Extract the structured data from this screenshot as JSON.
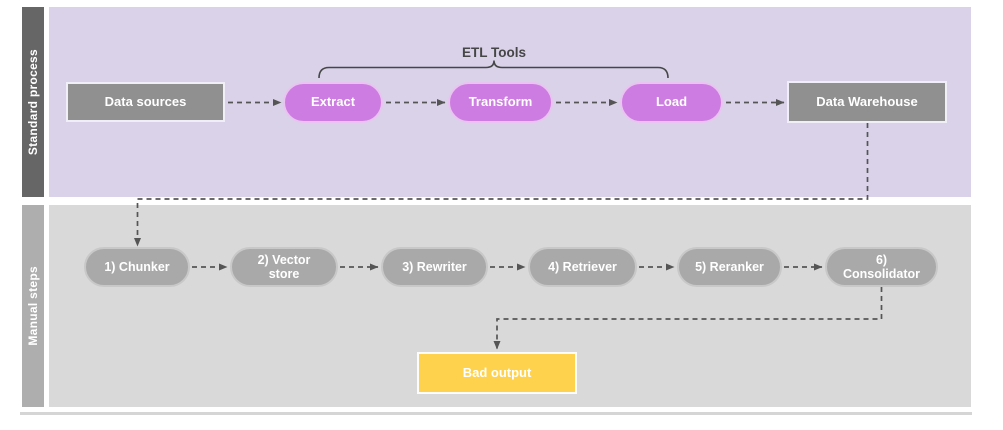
{
  "lanes": {
    "standard": {
      "label": "Standard process",
      "bar_color": "#666666",
      "area_color": "#d9d2e9"
    },
    "manual": {
      "label": "Manual steps",
      "bar_color": "#aeaeae",
      "area_color": "#d9d9d9"
    }
  },
  "standard_flow": {
    "data_sources": {
      "label": "Data sources",
      "fill": "#909090"
    },
    "etl_group": {
      "label": "ETL Tools"
    },
    "extract": {
      "label": "Extract",
      "fill": "#cd7de1"
    },
    "transform": {
      "label": "Transform",
      "fill": "#cd7de1"
    },
    "load": {
      "label": "Load",
      "fill": "#cd7de1"
    },
    "data_warehouse": {
      "label": "Data Warehouse",
      "fill": "#909090"
    }
  },
  "manual_flow": {
    "steps": [
      {
        "label": "1) Chunker"
      },
      {
        "label": "2) Vector store"
      },
      {
        "label": "3) Rewriter"
      },
      {
        "label": "4) Retriever"
      },
      {
        "label": "5) Reranker"
      },
      {
        "label": "6) Consolidator"
      }
    ],
    "bad_output": {
      "label": "Bad output",
      "fill": "#ffd24d"
    }
  },
  "connector_color": "#555555"
}
